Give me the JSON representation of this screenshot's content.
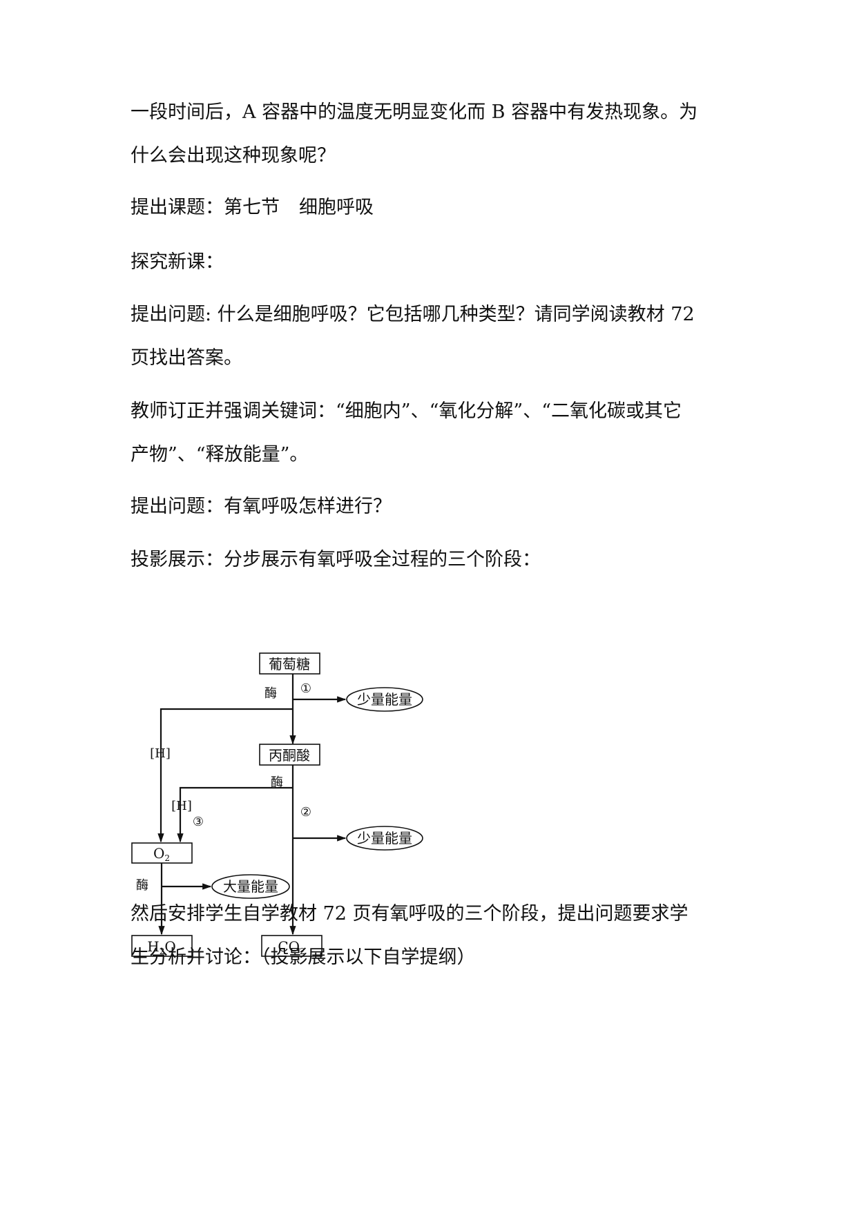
{
  "paragraphs": {
    "p1_line1": "一段时间后，A 容器中的温度无明显变化而 B 容器中有发热现象。为",
    "p1_line2": "什么会出现这种现象呢？",
    "topic_prefix": "提出课题：第七节",
    "topic_title": "细胞呼吸",
    "explore": "探究新课：",
    "q1_line1": "提出问题: 什么是细胞呼吸？它包括哪几种类型？请同学阅读教材 72",
    "q1_line2": "页找出答案。",
    "teacher_line1": "教师订正并强调关键词：“细胞内”、“氧化分解”、“二氧化碳或其它",
    "teacher_line2": "产物”、“释放能量”。",
    "q2": "提出问题：有氧呼吸怎样进行？",
    "projection": "投影展示：分步展示有氧呼吸全过程的三个阶段：",
    "after_line1": "然后安排学生自学教材 72 页有氧呼吸的三个阶段，提出问题要求学",
    "after_line2": "生分析并讨论：（投影展示以下自学提纲）"
  },
  "diagram": {
    "glucose": "葡萄糖",
    "pyruvate": "丙酮酸",
    "o2_main": "O",
    "o2_sub": "2",
    "h2o_pre": "H",
    "h2o_sub": "2",
    "h2o_post": "O",
    "co2_pre": "CO",
    "co2_sub": "2",
    "enzyme_1": "酶",
    "enzyme_2": "酶",
    "enzyme_3": "酶",
    "step_1": "①",
    "step_2": "②",
    "step_3": "③",
    "h_1": "[H]",
    "h_2": "[H]",
    "small_energy_1": "少量能量",
    "small_energy_2": "少量能量",
    "large_energy": "大量能量"
  }
}
